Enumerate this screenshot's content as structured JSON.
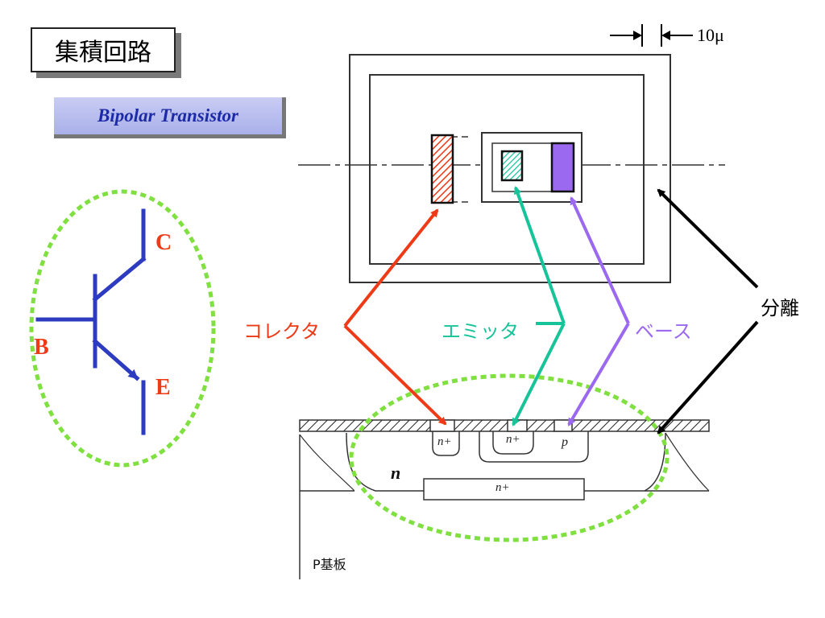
{
  "title": "集積回路",
  "subtitle": "Bipolar Transistor",
  "scale_label": "10μ",
  "symbol": {
    "collector": "C",
    "base": "B",
    "emitter": "E"
  },
  "labels": {
    "collector": "コレクタ",
    "emitter": "エミッタ",
    "base": "ベース",
    "isolation": "分離",
    "substrate": "P基板",
    "n_region": "n",
    "n_plus": "n+",
    "p_region": "p"
  },
  "colors": {
    "collector": "#ee3a16",
    "emitter": "#17c49a",
    "base": "#9b68f0",
    "isolation": "#000000",
    "symbol": "#2c3bc0",
    "highlight": "#7fe040"
  }
}
